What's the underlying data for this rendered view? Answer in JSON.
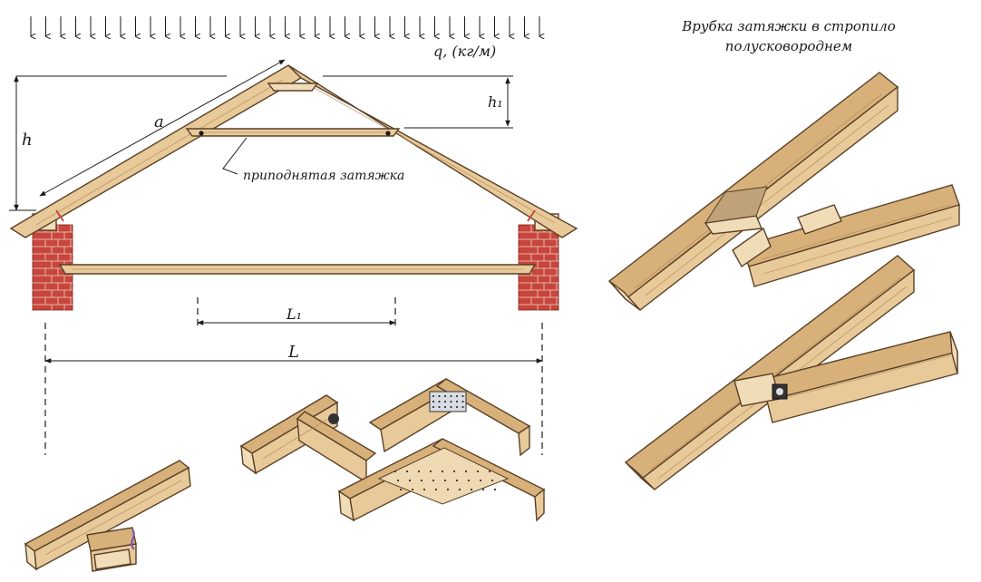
{
  "labels": {
    "load": "q, (кг/м)",
    "a": "a",
    "h": "h",
    "h1": "h₁",
    "raised_tie": "приподнятая затяжка",
    "L1": "L₁",
    "L": "L"
  },
  "title": {
    "line1": "Врубка затяжки в стропило",
    "line2": "полусковороднем"
  },
  "colors": {
    "wood": "#e8c99a",
    "brick": "#c7463c"
  }
}
